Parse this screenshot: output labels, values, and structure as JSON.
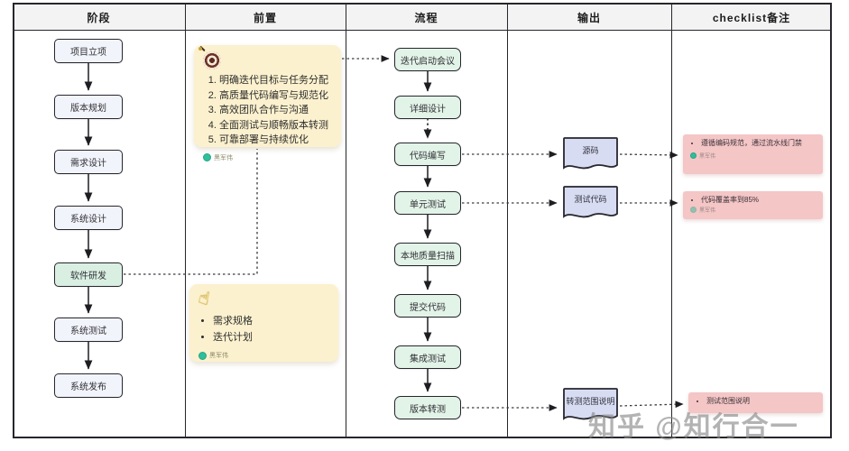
{
  "columns": {
    "stage": "阶段",
    "pre": "前置",
    "process": "流程",
    "output": "输出",
    "checklist": "checklist备注"
  },
  "stages": [
    "项目立项",
    "版本规划",
    "需求设计",
    "系统设计",
    "软件研发",
    "系统测试",
    "系统发布"
  ],
  "process": [
    "迭代启动会议",
    "详细设计",
    "代码编写",
    "单元测试",
    "本地质量扫描",
    "提交代码",
    "集成测试",
    "版本转测"
  ],
  "outputs": [
    "源码",
    "测试代码",
    "转测范围说明"
  ],
  "pre_goals": {
    "icon": "target",
    "items": [
      "明确迭代目标与任务分配",
      "高质量代码编写与规范化",
      "高效团队合作与沟通",
      "全面测试与顺畅版本转测",
      "可靠部署与持续优化"
    ],
    "author": "黑军伟"
  },
  "pre_inputs": {
    "icon": "pointing-hand",
    "items": [
      "需求规格",
      "迭代计划"
    ],
    "author": "黑军伟"
  },
  "checklist_notes": [
    {
      "text": "遵循编码规范，通过流水线门禁",
      "author": "黑军伟"
    },
    {
      "text": "代码覆盖率到85%",
      "author": "黑军伟"
    },
    {
      "text": "测试范围说明",
      "author": ""
    }
  ],
  "watermark": "知乎 @知行合一",
  "colors": {
    "stage_box": "#f2f4fb",
    "process_box": "#e2f3e8",
    "highlight_box": "#d9efe2",
    "document": "#d7dcf3",
    "yellow_note": "#fcf1ce",
    "pink_note": "#f4c6c6",
    "avatar": "#2fbf9a",
    "border": "#26262c"
  }
}
